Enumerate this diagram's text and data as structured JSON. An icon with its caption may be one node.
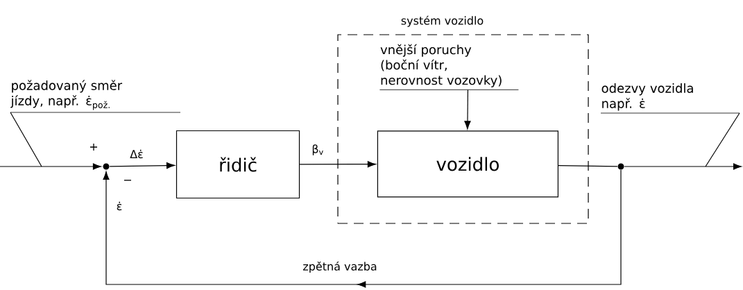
{
  "diagram": {
    "nodes": [
      {
        "text": [
          "systém vozidlo"
        ]
      },
      {
        "text": [
          "vnější poruchy (boční vítr, nerovnost vozovky)"
        ],
        "in": 0
      },
      {
        "text": [
          "řidič"
        ]
      },
      {
        "text": [
          "vozidlo"
        ],
        "in": 0
      },
      {
        "text": [],
        "shape": "circle"
      },
      {
        "text": [],
        "shape": "circle"
      },
      {
        "text": [
          "požadovaný směr jízdy, např. ε̇$_{pož.}$"
        ]
      },
      {
        "text": [
          "odezvy vozidla např. ε̇"
        ]
      }
    ],
    "edges": [
      {
        "from": null,
        "to": 4,
        "arrow": "to"
      },
      {
        "from": 4,
        "to": 2,
        "arrow": "to",
        "label": "Δε̇"
      },
      {
        "from": 2,
        "to": 3,
        "arrow": "to",
        "label": "β$_{v}$"
      },
      {
        "from": 1,
        "to": 3,
        "arrow": "to"
      },
      {
        "from": 3,
        "to": 5,
        "arrow": "none"
      },
      {
        "from": 5,
        "to": null,
        "arrow": "to"
      },
      {
        "from": 5,
        "to": 4,
        "arrow": "to",
        "label": "zpětná vazba"
      },
      {
        "from": 6,
        "to": null,
        "arrow": "none"
      },
      {
        "from": 7,
        "to": null,
        "arrow": "none"
      }
    ],
    "labels": [
      "+",
      "−",
      "ε̇"
    ]
  }
}
